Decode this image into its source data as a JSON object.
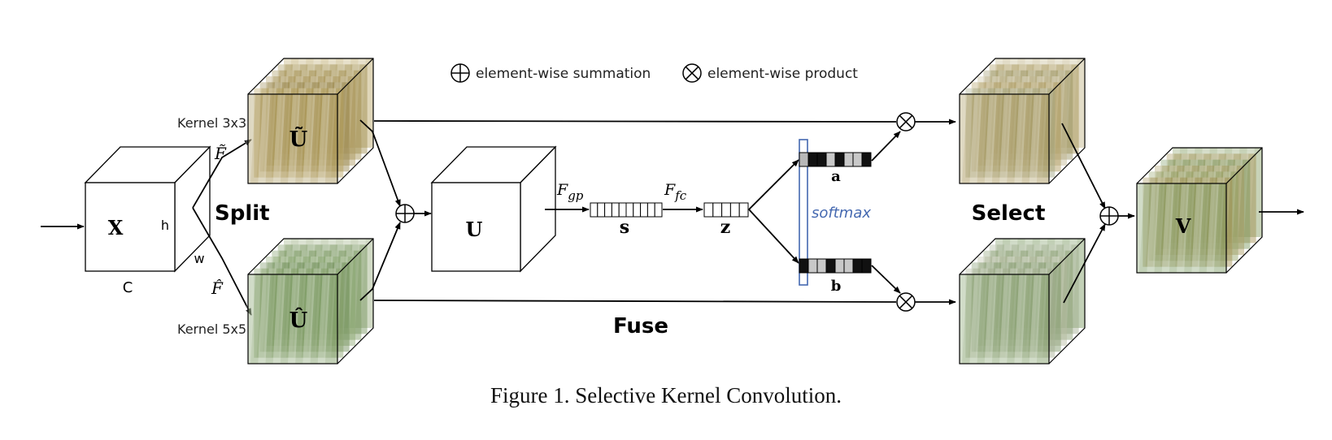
{
  "legend": {
    "sum_label": "element-wise summation",
    "product_label": "element-wise product"
  },
  "input": {
    "symbol": "X",
    "dim_h": "h",
    "dim_w": "w",
    "dim_c": "C"
  },
  "split": {
    "title": "Split",
    "branch_top": {
      "kernel_label": "Kernel 3x3",
      "op_symbol": "F̃",
      "output_symbol": "Ũ"
    },
    "branch_bottom": {
      "kernel_label": "Kernel 5x5",
      "op_symbol": "F̂",
      "output_symbol": "Û"
    }
  },
  "fuse": {
    "title": "Fuse",
    "u_symbol": "U",
    "gp_label": "F",
    "gp_sub": "gp",
    "s_symbol": "s",
    "fc_label": "F",
    "fc_sub": "fc",
    "z_symbol": "z"
  },
  "attention": {
    "softmax_label": "softmax",
    "a_symbol": "a",
    "b_symbol": "b",
    "a_cells": [
      "#b8b8b8",
      "#111111",
      "#111111",
      "#c8c8c8",
      "#111111",
      "#c8c8c8",
      "#c8c8c8",
      "#111111"
    ],
    "b_cells": [
      "#111111",
      "#c8c8c8",
      "#c8c8c8",
      "#111111",
      "#c8c8c8",
      "#c8c8c8",
      "#111111",
      "#111111"
    ]
  },
  "select": {
    "title": "Select"
  },
  "output": {
    "symbol": "V"
  },
  "caption": "Figure 1. Selective Kernel Convolution.",
  "colors": {
    "gold": "#9a8540",
    "green": "#6e8f52",
    "softmax_blue": "#4468b0"
  }
}
